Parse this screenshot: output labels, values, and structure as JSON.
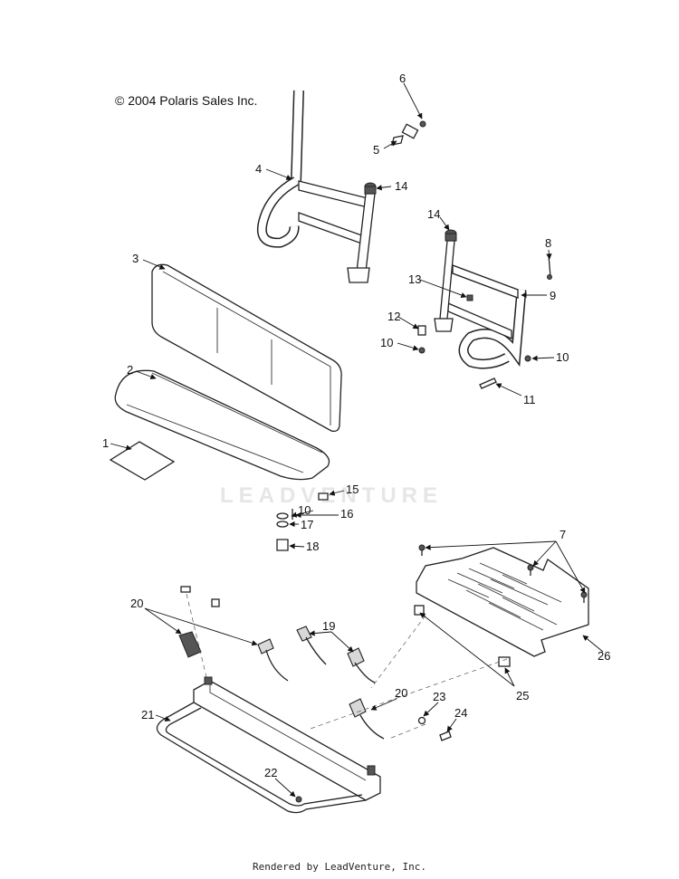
{
  "copyright": "© 2004 Polaris Sales Inc.",
  "watermark": "LEADVENTURE",
  "footer": "Rendered by LeadVenture, Inc.",
  "callouts": [
    "1",
    "2",
    "3",
    "4",
    "5",
    "6",
    "7",
    "8",
    "9",
    "10",
    "11",
    "12",
    "13",
    "14",
    "15",
    "16",
    "17",
    "18",
    "19",
    "20",
    "21",
    "22",
    "23",
    "24",
    "25",
    "26"
  ]
}
